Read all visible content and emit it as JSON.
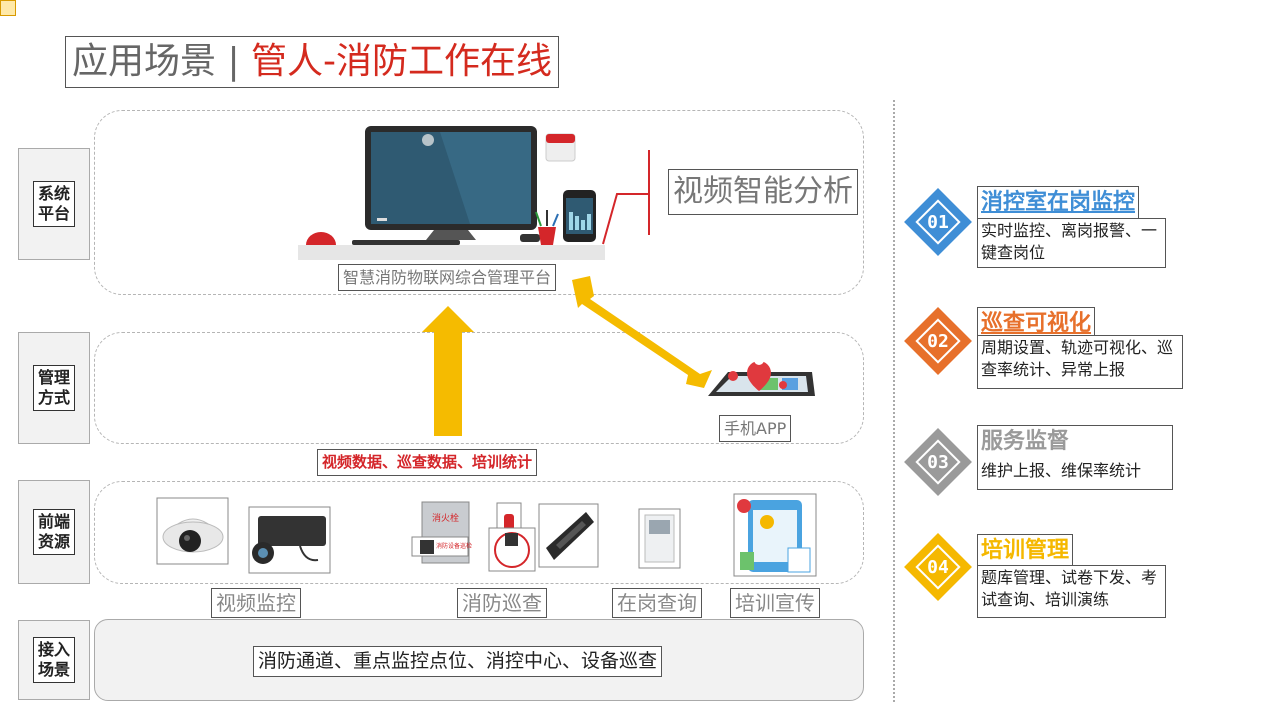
{
  "title": {
    "prefix": "应用场景 | ",
    "highlight": "管人-消防工作在线"
  },
  "rows": {
    "system": "系统平台",
    "management": "管理方式",
    "frontend": "前端资源",
    "access": "接入场景"
  },
  "platform_label": "智慧消防物联网综合管理平台",
  "video_analysis_label": "视频智能分析",
  "mobile_app_label": "手机APP",
  "data_flow_label": "视频数据、巡查数据、培训统计",
  "frontend_captions": [
    "视频监控",
    "消防巡查",
    "在岗查询",
    "培训宣传"
  ],
  "access_scene_text": "消防通道、重点监控点位、消控中心、设备巡查",
  "features": [
    {
      "num": "01",
      "title": "消控室在岗监控",
      "desc": "实时监控、离岗报警、一键查岗位",
      "color": "#3f8ed6"
    },
    {
      "num": "02",
      "title": "巡查可视化",
      "desc": "周期设置、轨迹可视化、巡查率统计、异常上报",
      "color": "#e7702b"
    },
    {
      "num": "03",
      "title": "服务监督",
      "desc": "维护上报、维保率统计",
      "color": "#9a9a9a"
    },
    {
      "num": "04",
      "title": "培训管理",
      "desc": "题库管理、试卷下发、考试查询、培训演练",
      "color": "#f5b800"
    }
  ],
  "device_texts": {
    "hydrant_sign": "消火栓",
    "tag_text": "消防设备巡检"
  }
}
